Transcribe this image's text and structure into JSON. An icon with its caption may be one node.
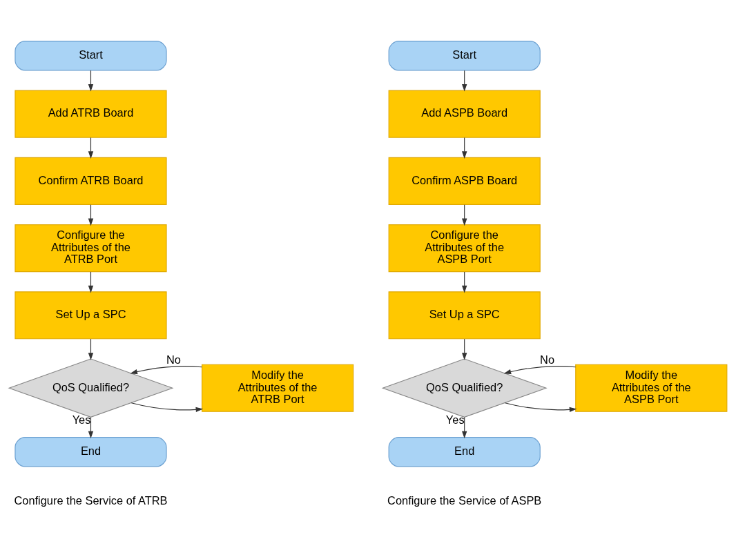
{
  "diagram": {
    "nodes": [
      {
        "text": [
          "Start"
        ]
      },
      {
        "text": [
          "Add ATRB Board"
        ]
      },
      {
        "text": [
          "Confirm ATRB Board"
        ]
      },
      {
        "text": [
          "Configure the Attributes of the ATRB Port"
        ]
      },
      {
        "text": [
          "Set Up a SPC"
        ]
      },
      {
        "text": [
          "QoS Qualified?"
        ]
      },
      {
        "text": [
          "Modify the Attributes of the ATRB Port"
        ]
      },
      {
        "text": [
          "End"
        ]
      },
      {
        "text": [
          "Start"
        ]
      },
      {
        "text": [
          "Add ASPB Board"
        ]
      },
      {
        "text": [
          "Confirm ASPB Board"
        ]
      },
      {
        "text": [
          "Configure the Attributes of the ASPB Port"
        ]
      },
      {
        "text": [
          "Set Up a SPC"
        ]
      },
      {
        "text": [
          "QoS Qualified?"
        ]
      },
      {
        "text": [
          "Modify the Attributes of the ASPB Port"
        ]
      },
      {
        "text": [
          "End"
        ]
      }
    ],
    "edges": [
      {
        "from": 0,
        "to": 1,
        "arrow": "to"
      },
      {
        "from": 1,
        "to": 2,
        "arrow": "to"
      },
      {
        "from": 2,
        "to": 3,
        "arrow": "to"
      },
      {
        "from": 3,
        "to": 4,
        "arrow": "to"
      },
      {
        "from": 4,
        "to": 5,
        "arrow": "to"
      },
      {
        "from": 5,
        "to": 6,
        "arrow": "to"
      },
      {
        "from": 6,
        "to": 5,
        "label": "No",
        "arrow": "to"
      },
      {
        "from": 5,
        "to": 7,
        "label": "Yes",
        "arrow": "to"
      },
      {
        "from": 8,
        "to": 9,
        "arrow": "to"
      },
      {
        "from": 9,
        "to": 10,
        "arrow": "to"
      },
      {
        "from": 10,
        "to": 11,
        "arrow": "to"
      },
      {
        "from": 11,
        "to": 12,
        "arrow": "to"
      },
      {
        "from": 12,
        "to": 13,
        "arrow": "to"
      },
      {
        "from": 13,
        "to": 14,
        "arrow": "to"
      },
      {
        "from": 14,
        "to": 13,
        "label": "No",
        "arrow": "to"
      },
      {
        "from": 13,
        "to": 15,
        "label": "Yes",
        "arrow": "to"
      }
    ],
    "labels": [
      "Configure the Service of ATRB",
      "Configure the Service of ASPB"
    ]
  }
}
